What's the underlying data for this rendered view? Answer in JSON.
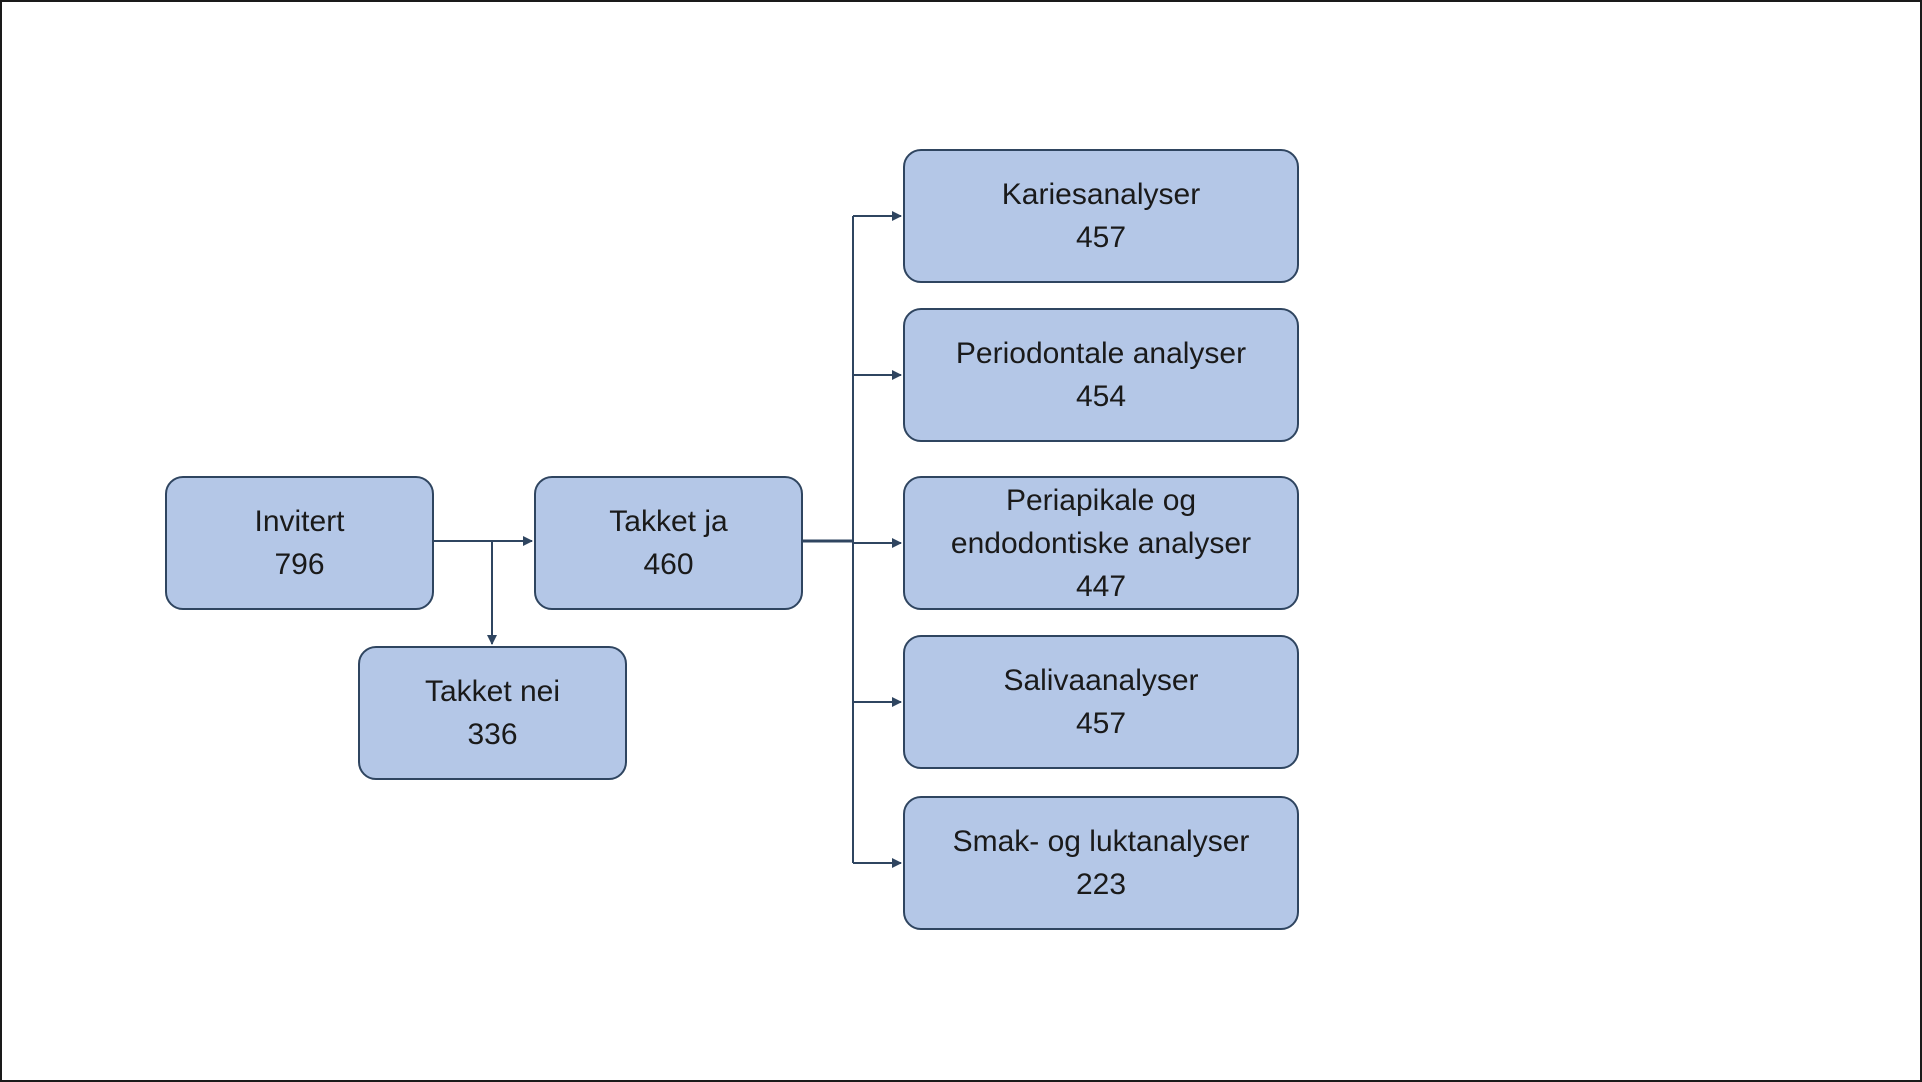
{
  "diagram": {
    "nodes": {
      "invitert": {
        "label": "Invitert",
        "count": "796"
      },
      "takket_ja": {
        "label": "Takket ja",
        "count": "460"
      },
      "takket_nei": {
        "label": "Takket nei",
        "count": "336"
      },
      "karies": {
        "label": "Kariesanalyser",
        "count": "457"
      },
      "perio": {
        "label": "Periodontale analyser",
        "count": "454"
      },
      "periap": {
        "line1": "Periapikale og",
        "line2": "endodontiske analyser",
        "count": "447"
      },
      "saliva": {
        "label": "Salivaanalyser",
        "count": "457"
      },
      "smak": {
        "label": "Smak- og luktanalyser",
        "count": "223"
      }
    },
    "edges": [
      {
        "from": "Invitert",
        "to": "Takket ja"
      },
      {
        "from": "Invitert",
        "to": "Takket nei"
      },
      {
        "from": "Takket ja",
        "to": "Kariesanalyser"
      },
      {
        "from": "Takket ja",
        "to": "Periodontale analyser"
      },
      {
        "from": "Takket ja",
        "to": "Periapikale og endodontiske analyser"
      },
      {
        "from": "Takket ja",
        "to": "Salivaanalyser"
      },
      {
        "from": "Takket ja",
        "to": "Smak- og luktanalyser"
      }
    ],
    "colors": {
      "box_fill": "#b4c7e7",
      "box_border": "#2f4560",
      "line": "#2f4560"
    }
  }
}
